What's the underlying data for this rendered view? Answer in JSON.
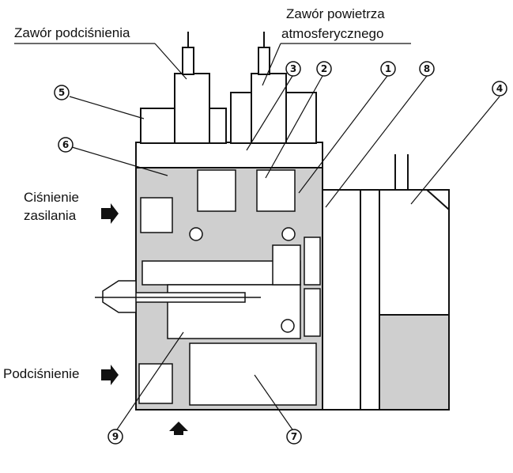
{
  "labels": {
    "vacuum_valve": "Zawór podciśnienia",
    "atm_valve_line1": "Zawór powietrza",
    "atm_valve_line2": "atmosferycznego",
    "supply_line1": "Ciśnienie",
    "supply_line2": "zasilania",
    "vacuum": "Podciśnienie"
  },
  "callouts": [
    "1",
    "2",
    "3",
    "4",
    "5",
    "6",
    "7",
    "8",
    "9"
  ],
  "colors": {
    "ink": "#111111",
    "body_fill": "#cfcfcf",
    "background": "#ffffff"
  }
}
